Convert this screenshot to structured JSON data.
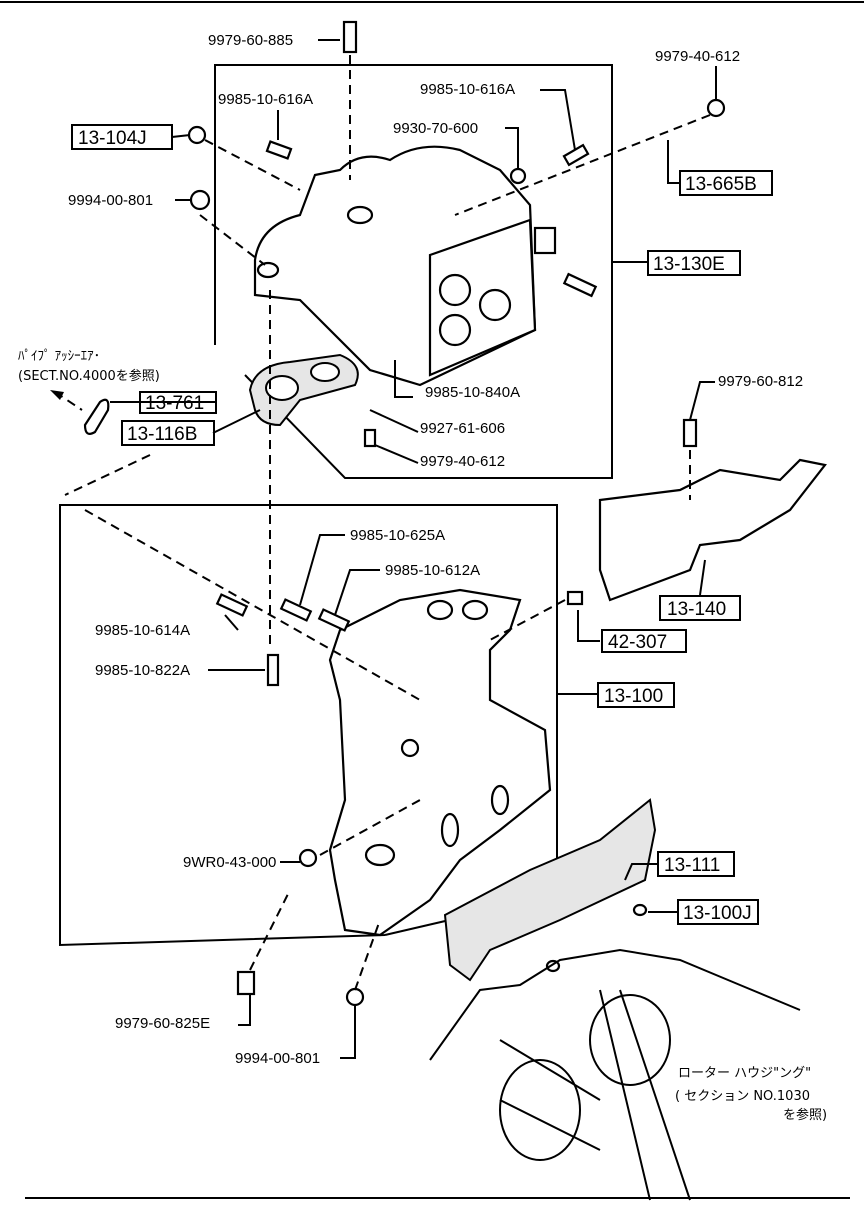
{
  "parts": {
    "bolt_top": "9979-60-885",
    "stud_left_upper": "9985-10-616A",
    "stud_right_upper": "9985-10-616A",
    "bolt_bracket_upper": "9979-40-612",
    "ref_13_104j": "13-104J",
    "plug_upper": "9930-70-600",
    "ref_13_665b": "13-665B",
    "nut_upper": "9994-00-801",
    "ref_13_130e": "13-130E",
    "ref_13_761": "13-761",
    "stud_840a": "9985-10-840A",
    "ref_13_116b": "13-116B",
    "bracket_606": "9927-61-606",
    "bolt_bracket_lower": "9979-40-612",
    "bolt_812": "9979-60-812",
    "stud_625a": "9985-10-625A",
    "stud_612a": "9985-10-612A",
    "ref_13_140": "13-140",
    "stud_614a": "9985-10-614A",
    "ref_42_307": "42-307",
    "stud_822a": "9985-10-822A",
    "ref_13_100": "13-100",
    "nut_9wr0": "9WR0-43-000",
    "ref_13_111": "13-111",
    "ref_13_100j": "13-100J",
    "bolt_825e": "9979-60-825E",
    "nut_lower": "9994-00-801"
  },
  "notes": {
    "pipe_line1": "ﾊﾟｲﾌﾟ ｱｯｼｰｴｱ･",
    "pipe_line2": "(SECT.NO.4000を参照)",
    "rotor_line1": "ローター ハウジ\"ング\"",
    "rotor_line2": "( セクション NO.1030",
    "rotor_line3": "を参照)"
  }
}
